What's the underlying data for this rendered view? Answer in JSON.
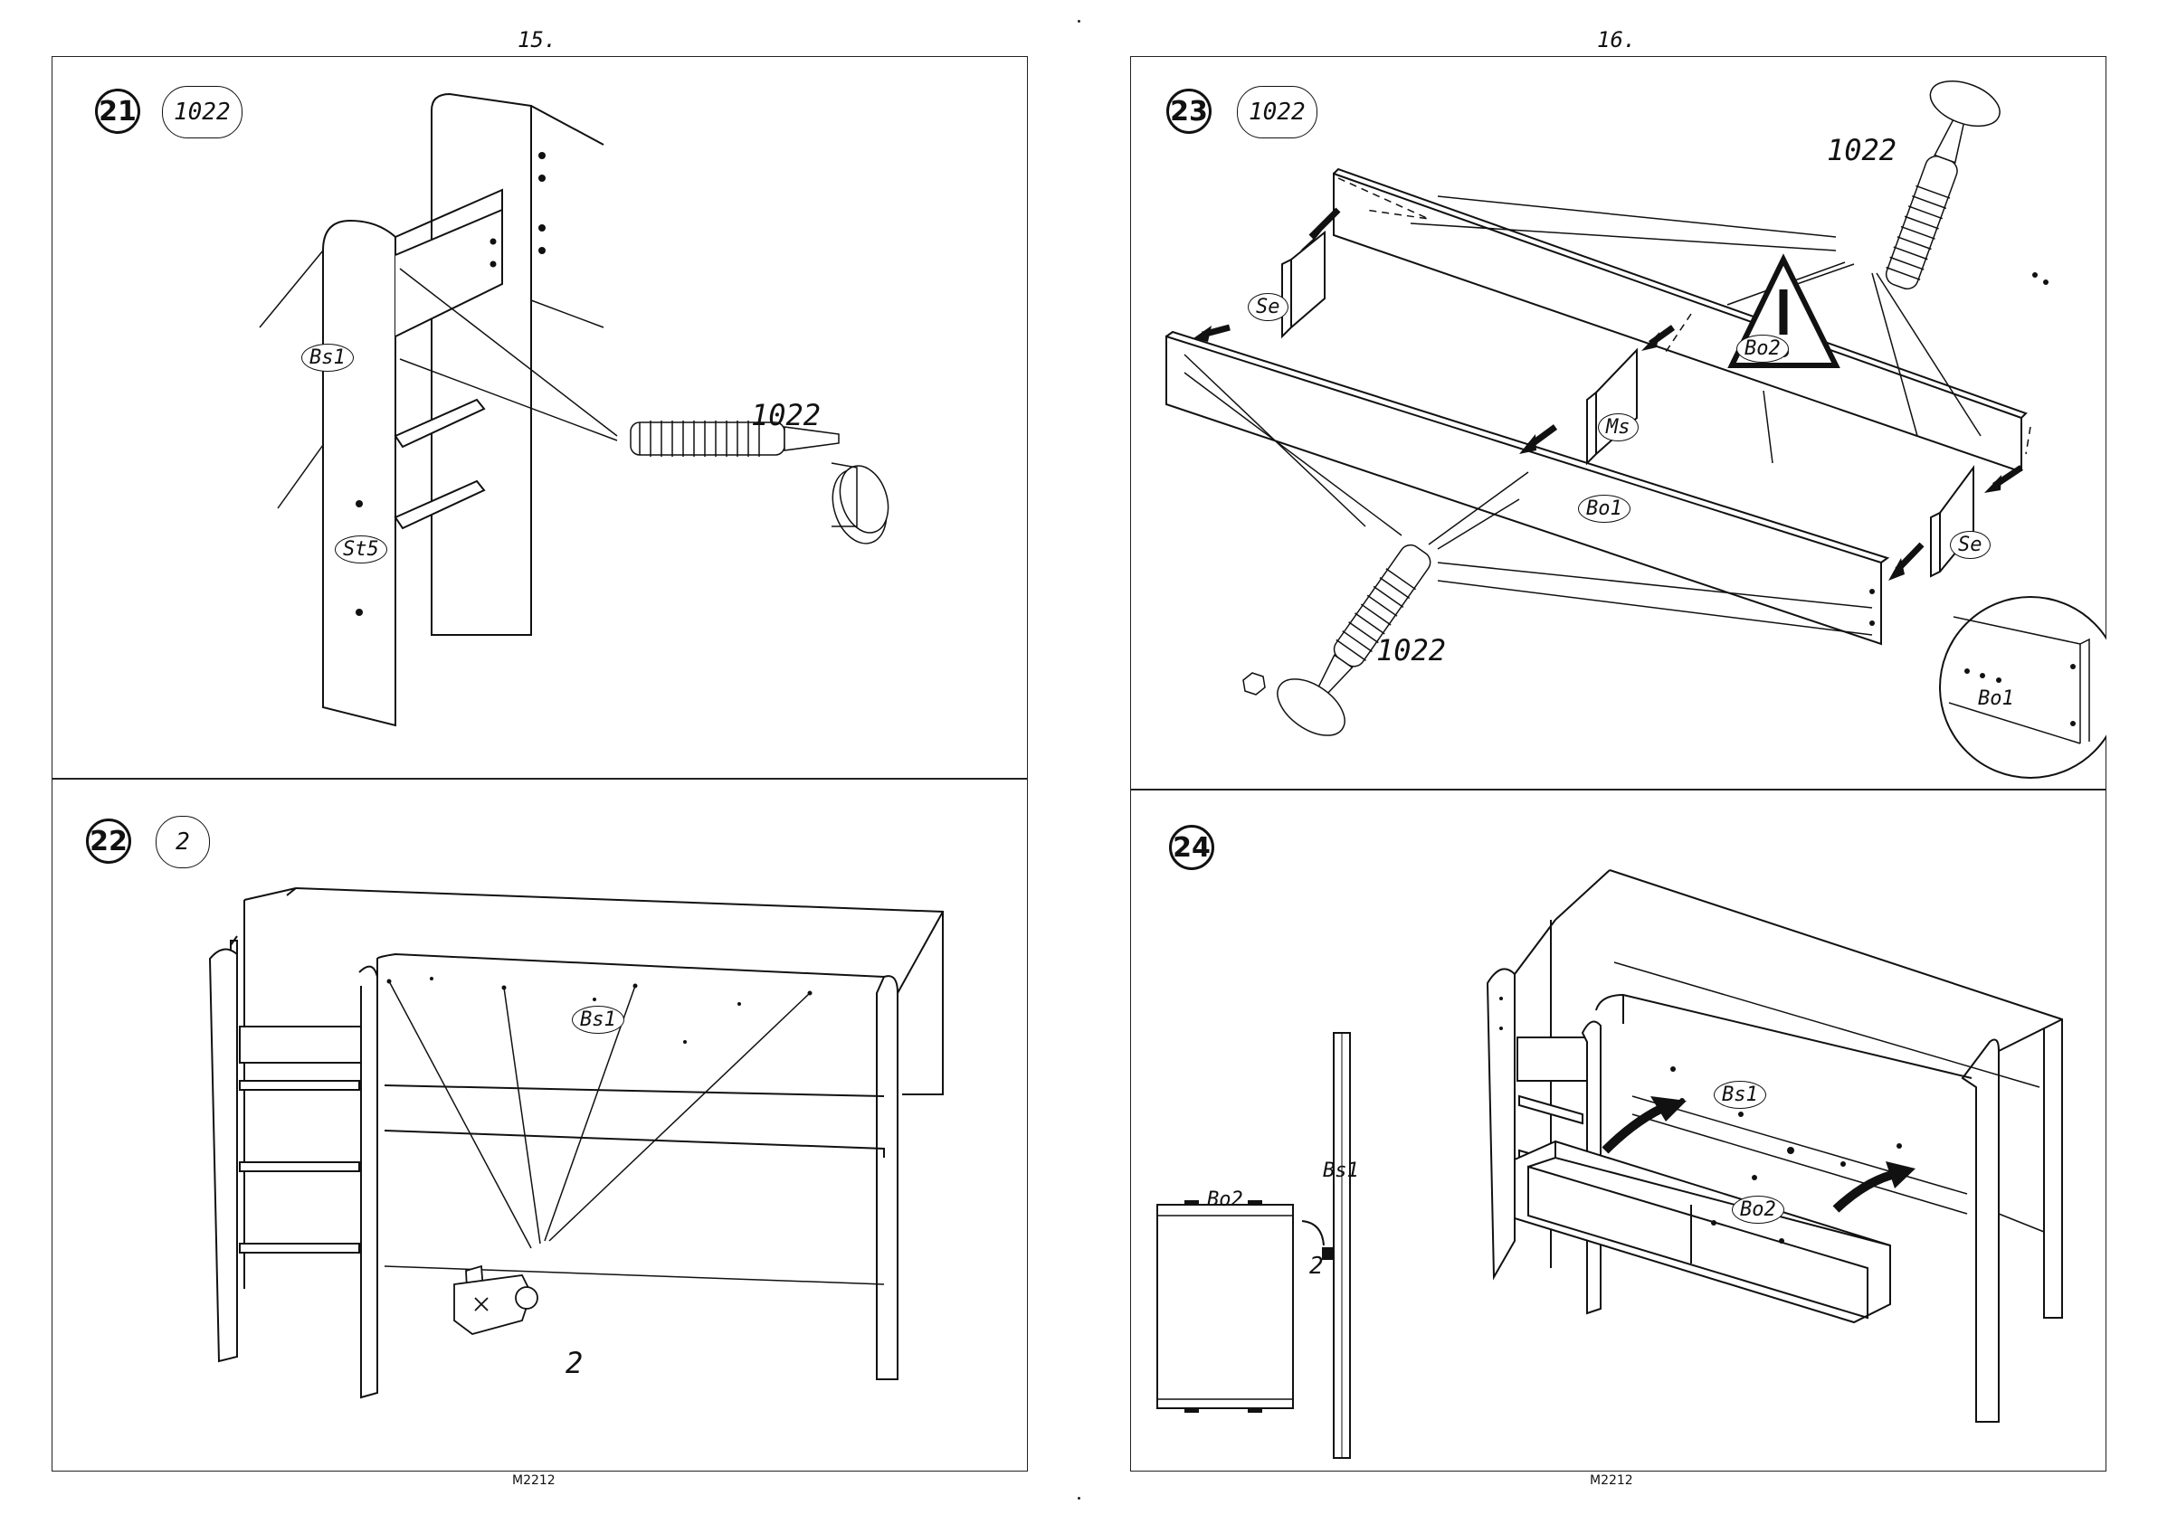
{
  "left_page": {
    "page_number": "15.",
    "model_code": "M2212"
  },
  "right_page": {
    "page_number": "16.",
    "model_code": "M2212"
  },
  "steps": {
    "s21": {
      "number": "21",
      "qty": "1022",
      "parts": {
        "bs1": "Bs1",
        "st5": "St5"
      },
      "fitting": "1022"
    },
    "s22": {
      "number": "22",
      "qty": "2",
      "parts": {
        "bs1": "Bs1"
      },
      "fitting": "2"
    },
    "s23": {
      "number": "23",
      "qty": "1022",
      "parts": {
        "se_left": "Se",
        "se_right": "Se",
        "ms": "Ms",
        "bo2": "Bo2",
        "bo1": "Bo1",
        "detail": "Bo1"
      },
      "fitting_top": "1022",
      "fitting_bottom": "1022"
    },
    "s24": {
      "number": "24",
      "parts": {
        "bo2_side": "Bo2",
        "bs1_side": "Bs1",
        "bs1": "Bs1",
        "bo2": "Bo2"
      },
      "fitting": "2"
    }
  }
}
